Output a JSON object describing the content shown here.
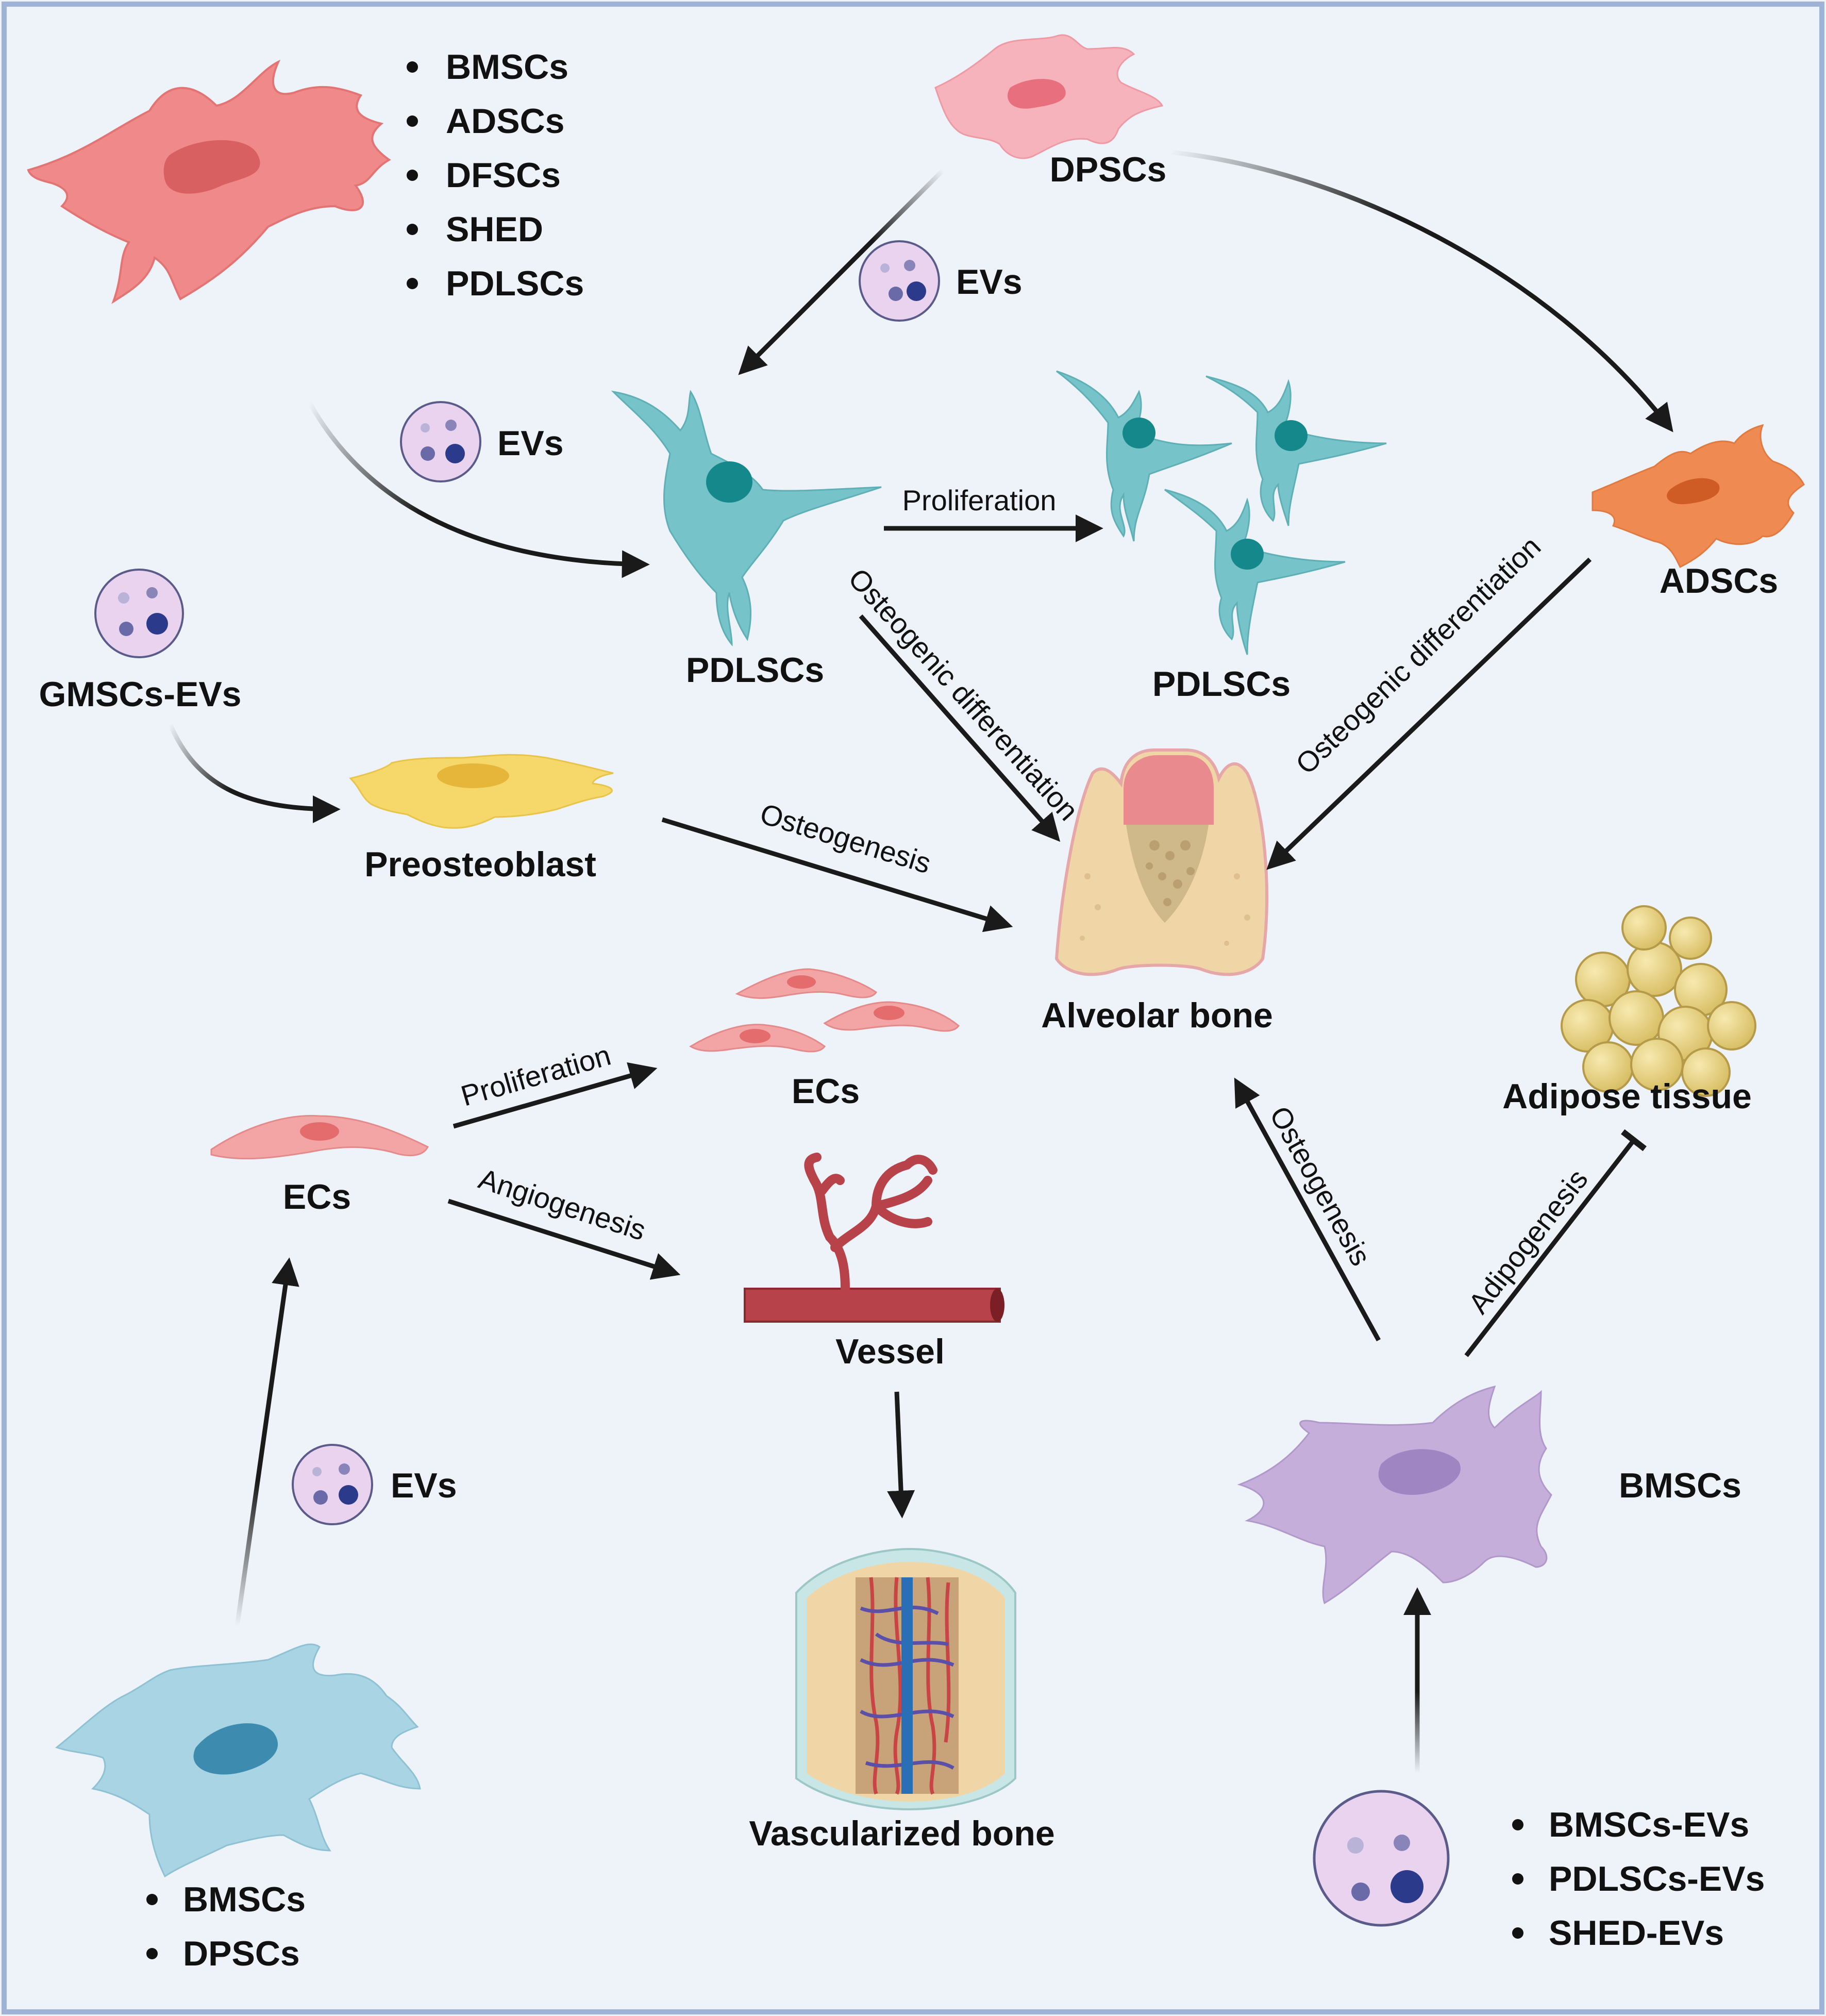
{
  "lists": {
    "top_left": [
      "BMSCs",
      "ADSCs",
      "DFSCs",
      "SHED",
      "PDLSCs"
    ],
    "bottom_left": [
      "BMSCs",
      "DPSCs"
    ],
    "bottom_right": [
      "BMSCs-EVs",
      "PDLSCs-EVs",
      "SHED-EVs"
    ]
  },
  "labels": {
    "dpscs": "DPSCs",
    "evs_1": "EVs",
    "evs_2": "EVs",
    "evs_3": "EVs",
    "pdlscs_left": "PDLSCs",
    "pdlscs_right": "PDLSCs",
    "adscs": "ADSCs",
    "gmscs_evs": "GMSCs-EVs",
    "preosteoblast": "Preosteoblast",
    "alveolar_bone": "Alveolar bone",
    "ecs_left": "ECs",
    "ecs_right": "ECs",
    "vessel": "Vessel",
    "vascularized_bone": "Vascularized bone",
    "adipose_tissue": "Adipose tissue",
    "bmscs_right": "BMSCs"
  },
  "process": {
    "proliferation_pdlscs": "Proliferation",
    "osteo_diff_left": "Osteogenic differentiation",
    "osteo_diff_right": "Osteogenic differentiation",
    "osteogenesis_preo": "Osteogenesis",
    "proliferation_ecs": "Proliferation",
    "angiogenesis": "Angiogenesis",
    "osteogenesis_bmsc": "Osteogenesis",
    "adipogenesis": "Adipogenesis"
  },
  "colors": {
    "background": "#eef3f9",
    "border": "#9fb3d6",
    "cell_red": "#f08a8a",
    "cell_pink": "#f6b3bb",
    "cell_teal": "#76c3c9",
    "cell_orange": "#ef8a52",
    "cell_yellow": "#f6d86a",
    "cell_ec": "#f3a5a5",
    "cell_purple": "#c6aedb",
    "cell_blue": "#a9d4e4",
    "ev_fill": "#e9d3ee",
    "vessel_red": "#b8424a"
  }
}
